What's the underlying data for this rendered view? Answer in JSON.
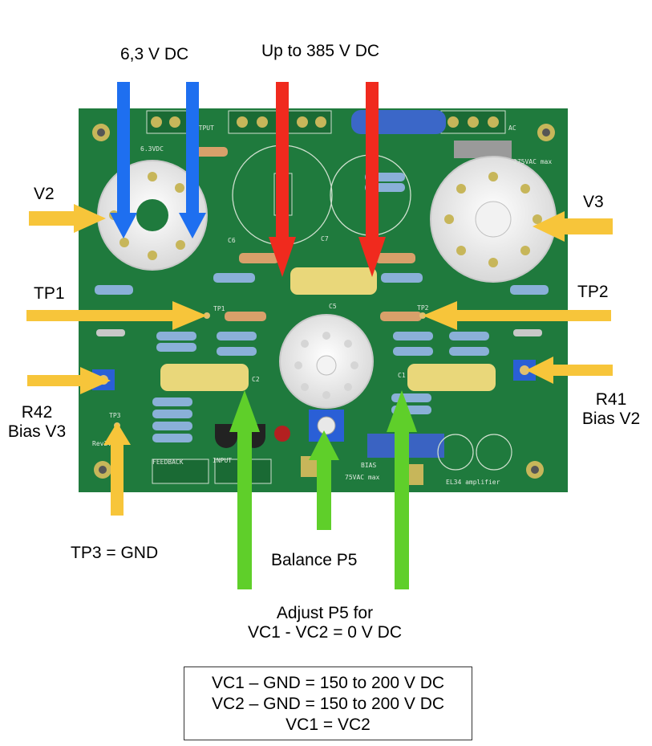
{
  "labels": {
    "heater_supply": "6,3 V DC",
    "high_voltage": "Up to 385 V DC",
    "v2": "V2",
    "v3": "V3",
    "tp1": "TP1",
    "tp2": "TP2",
    "r42_line1": "R42",
    "r42_line2": "Bias V3",
    "r41_line1": "R41",
    "r41_line2": "Bias V2",
    "tp3_gnd": "TP3 = GND",
    "balance_p5": "Balance P5",
    "adjust_line1": "Adjust P5 for",
    "adjust_line2": "VC1 - VC2 = 0 V DC"
  },
  "info_box": [
    "VC1 – GND = 150 to 200 V DC",
    "VC2 – GND = 150 to 200 V DC",
    "VC1 =  VC2"
  ],
  "pcb_silkscreen": {
    "output": "OUTPUT",
    "heater": "6.3VDC",
    "ac": "AC",
    "ac_rating": "275VAC max",
    "c5": "C5",
    "c6": "C6",
    "c7": "C7",
    "c1": "C1",
    "c2": "C2",
    "feedback": "FEEDBACK",
    "input": "INPUT",
    "bias": "BIAS",
    "bias_rating": "75VAC max",
    "title": "EL34 amplifier",
    "revision": "Rev2.0",
    "tp1": "TP1",
    "tp2": "TP2",
    "tp3": "TP3"
  },
  "colors": {
    "pcb": "#1f7a3d",
    "arrow_blue": "#1e6ff0",
    "arrow_red": "#f02a1e",
    "arrow_yellow": "#f7c53a",
    "arrow_green": "#5fcf2a"
  }
}
